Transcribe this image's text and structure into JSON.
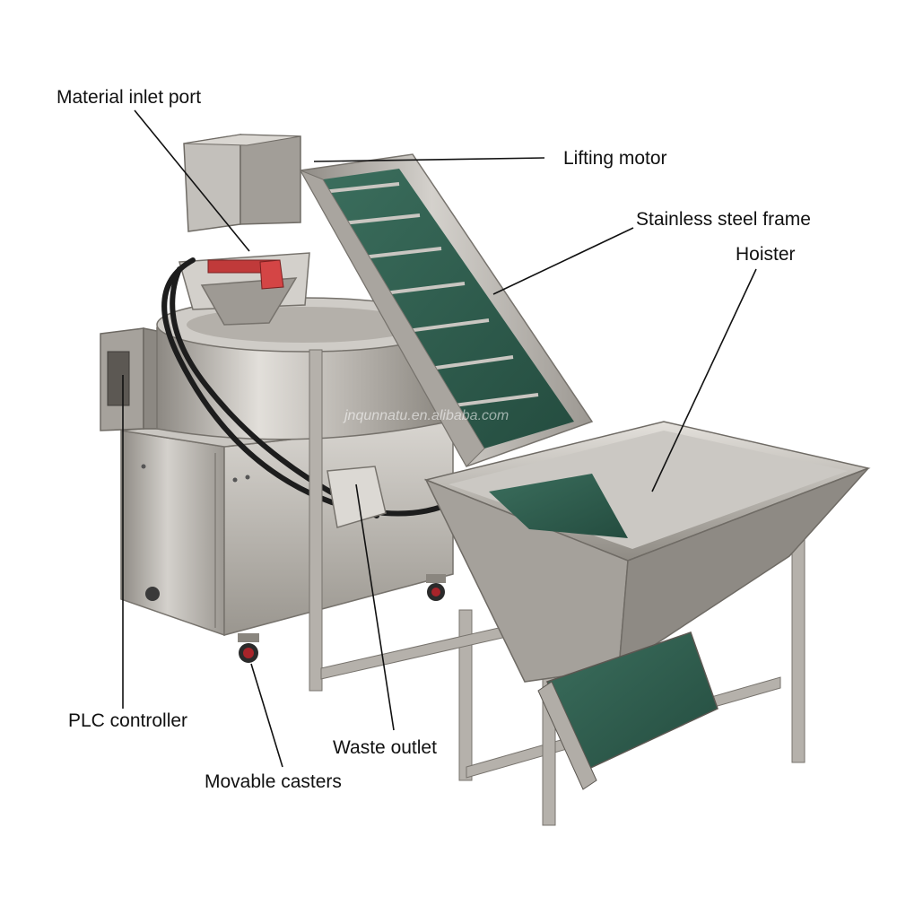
{
  "figure": {
    "watermark": "jnqunnatu.en.alibaba.com",
    "callouts": [
      {
        "id": "material-inlet-port",
        "label": "Material inlet port"
      },
      {
        "id": "lifting-motor",
        "label": "Lifting motor"
      },
      {
        "id": "stainless-steel-frame",
        "label": "Stainless steel frame"
      },
      {
        "id": "hoister",
        "label": "Hoister"
      },
      {
        "id": "plc-controller",
        "label": "PLC controller"
      },
      {
        "id": "waste-outlet",
        "label": "Waste outlet"
      },
      {
        "id": "movable-casters",
        "label": "Movable casters"
      }
    ]
  },
  "colors": {
    "steel": "#b9b6b1",
    "steel_dark": "#8e8a84",
    "belt_green": "#2f5e4e",
    "caster_red": "#a8242a",
    "hose_black": "#1d1d1d",
    "background": "#ffffff"
  }
}
